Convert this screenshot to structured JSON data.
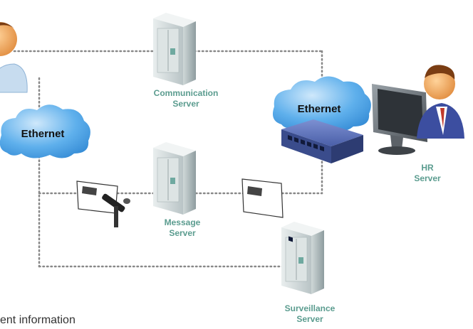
{
  "servers": {
    "communication": {
      "line1": "Communication",
      "line2": "Server"
    },
    "message": {
      "line1": "Message",
      "line2": "Server"
    },
    "surveillance": {
      "line1": "Surveillance",
      "line2": "Server"
    },
    "hr": {
      "line1": "HR",
      "line2": "Server"
    }
  },
  "networks": {
    "left": "Ethernet",
    "right": "Ethernet"
  },
  "caption": "ent information",
  "colors": {
    "label": "#5b9c8f",
    "cloud": "#3f9be0",
    "dotted_line": "#888888",
    "switch": "#4a5fa8"
  }
}
